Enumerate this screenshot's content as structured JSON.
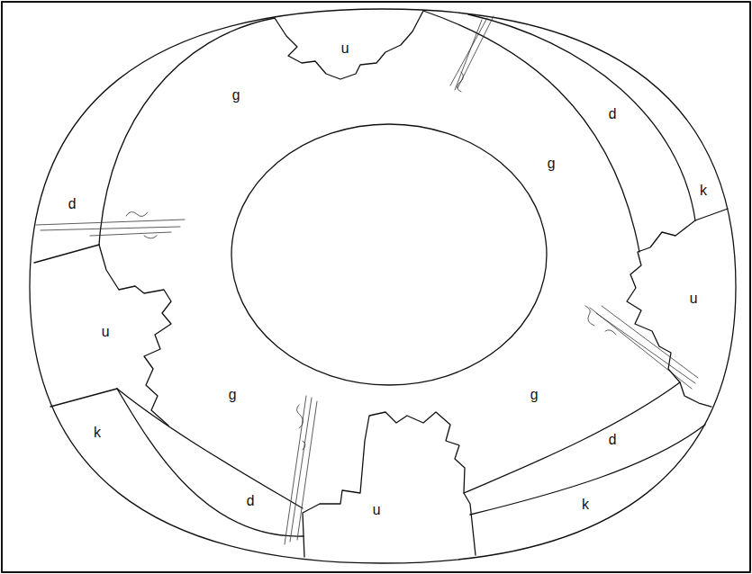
{
  "diagram": {
    "labels": [
      "u",
      "g",
      "d",
      "g",
      "k",
      "d",
      "u",
      "u",
      "g",
      "g",
      "k",
      "d",
      "d",
      "k",
      "u"
    ]
  }
}
